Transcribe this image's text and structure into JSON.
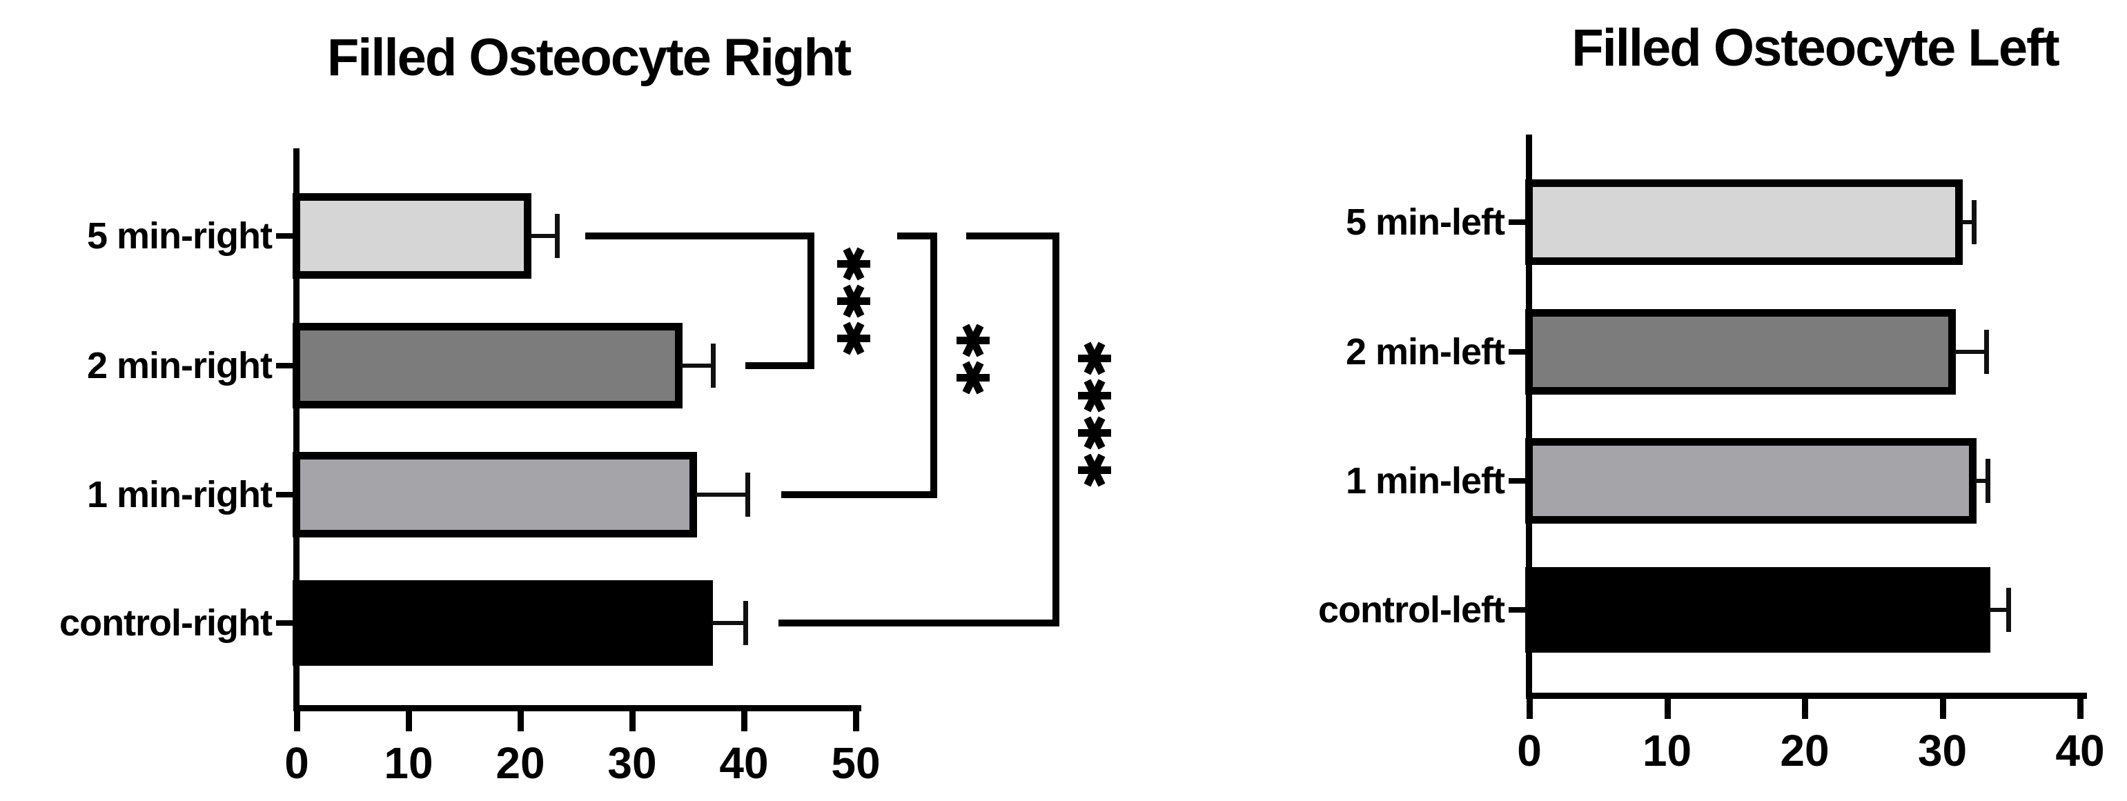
{
  "figure": {
    "background": "#ffffff"
  },
  "colors": {
    "ink": "#000000",
    "error_bar": "#111111"
  },
  "chart_data": [
    {
      "type": "bar",
      "orientation": "horizontal",
      "title": "Filled Osteocyte Right",
      "categories": [
        "5 min-right",
        "2 min-right",
        "1 min-right",
        "control-right"
      ],
      "values": [
        21.0,
        34.5,
        35.8,
        37.2
      ],
      "errors": [
        2.3,
        2.7,
        4.5,
        2.9
      ],
      "bar_colors": [
        "#d6d6d6",
        "#7c7c7c",
        "#a4a4a9",
        "#000000"
      ],
      "x_ticks": [
        0,
        10,
        20,
        30,
        40,
        50
      ],
      "xlim": [
        0,
        50.5
      ],
      "ylabel": "",
      "xlabel": "",
      "grid": false,
      "legend": "none",
      "significance": [
        {
          "from": "5 min-right",
          "to": "2 min-right",
          "label": "***"
        },
        {
          "from": "5 min-right",
          "to": "1 min-right",
          "label": "**"
        },
        {
          "from": "5 min-right",
          "to": "control-right",
          "label": "****"
        }
      ]
    },
    {
      "type": "bar",
      "orientation": "horizontal",
      "title": "Filled Osteocyte Left",
      "categories": [
        "5 min-left",
        "2 min-left",
        "1 min-left",
        "control-left"
      ],
      "values": [
        31.5,
        31.0,
        32.5,
        33.5
      ],
      "errors": [
        0.8,
        2.2,
        0.8,
        1.3
      ],
      "bar_colors": [
        "#d6d6d6",
        "#7c7c7c",
        "#a4a4a9",
        "#000000"
      ],
      "x_ticks": [
        0,
        10,
        20,
        30,
        40
      ],
      "xlim": [
        0,
        40.5
      ],
      "ylabel": "",
      "xlabel": "",
      "grid": false,
      "legend": "none",
      "significance": []
    }
  ]
}
